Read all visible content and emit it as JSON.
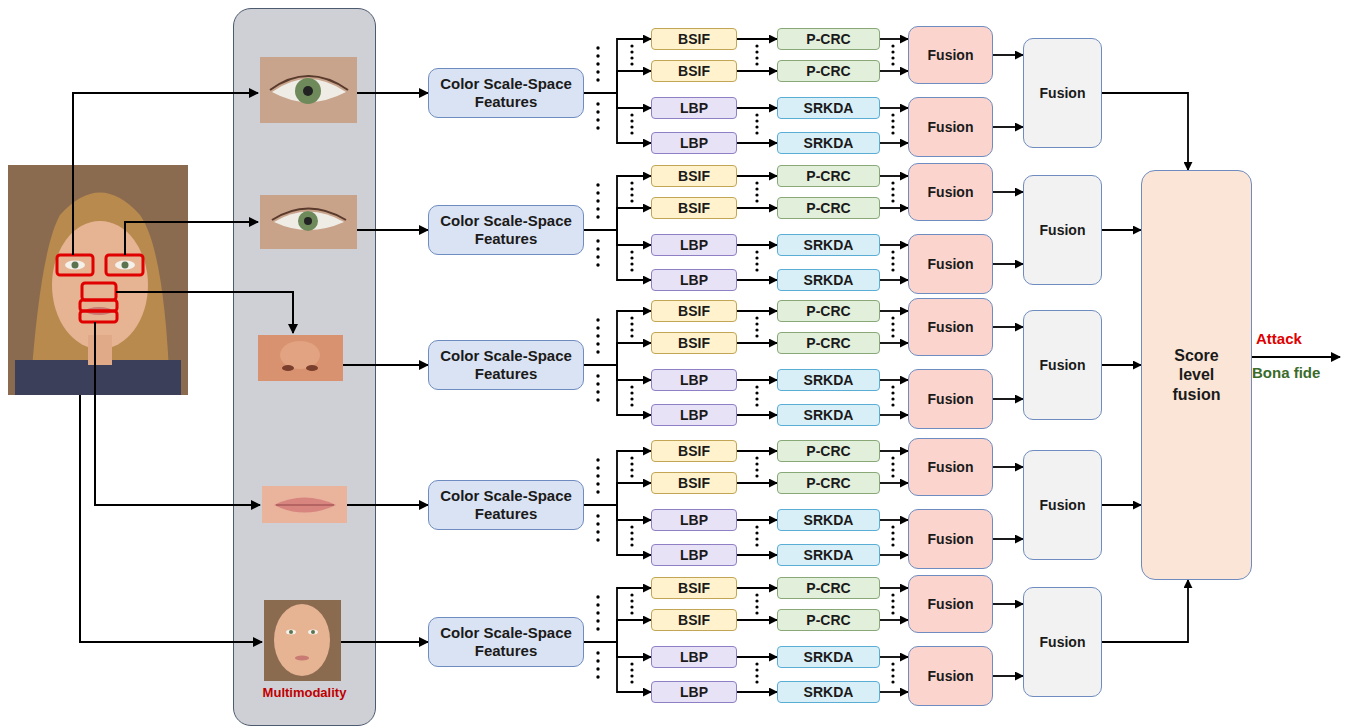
{
  "diagram": {
    "nodes": [
      {
        "text": [
          "Multimodality"
        ]
      },
      {
        "text": [
          "Color Scale-Space Features"
        ]
      },
      {
        "text": [
          "BSIF"
        ]
      },
      {
        "text": [
          "BSIF"
        ]
      },
      {
        "text": [
          "LBP"
        ]
      },
      {
        "text": [
          "LBP"
        ]
      },
      {
        "text": [
          "P-CRC"
        ]
      },
      {
        "text": [
          "P-CRC"
        ]
      },
      {
        "text": [
          "SRKDA"
        ]
      },
      {
        "text": [
          "SRKDA"
        ]
      },
      {
        "text": [
          "Fusion"
        ]
      },
      {
        "text": [
          "Fusion"
        ]
      },
      {
        "text": [
          "Fusion"
        ]
      },
      {
        "text": [
          "Color Scale-Space Features"
        ]
      },
      {
        "text": [
          "BSIF"
        ]
      },
      {
        "text": [
          "BSIF"
        ]
      },
      {
        "text": [
          "LBP"
        ]
      },
      {
        "text": [
          "LBP"
        ]
      },
      {
        "text": [
          "P-CRC"
        ]
      },
      {
        "text": [
          "P-CRC"
        ]
      },
      {
        "text": [
          "SRKDA"
        ]
      },
      {
        "text": [
          "SRKDA"
        ]
      },
      {
        "text": [
          "Fusion"
        ]
      },
      {
        "text": [
          "Fusion"
        ]
      },
      {
        "text": [
          "Fusion"
        ]
      },
      {
        "text": [
          "Color Scale-Space Features"
        ]
      },
      {
        "text": [
          "BSIF"
        ]
      },
      {
        "text": [
          "BSIF"
        ]
      },
      {
        "text": [
          "LBP"
        ]
      },
      {
        "text": [
          "LBP"
        ]
      },
      {
        "text": [
          "P-CRC"
        ]
      },
      {
        "text": [
          "P-CRC"
        ]
      },
      {
        "text": [
          "SRKDA"
        ]
      },
      {
        "text": [
          "SRKDA"
        ]
      },
      {
        "text": [
          "Fusion"
        ]
      },
      {
        "text": [
          "Fusion"
        ]
      },
      {
        "text": [
          "Fusion"
        ]
      },
      {
        "text": [
          "Color Scale-Space Features"
        ]
      },
      {
        "text": [
          "BSIF"
        ]
      },
      {
        "text": [
          "BSIF"
        ]
      },
      {
        "text": [
          "LBP"
        ]
      },
      {
        "text": [
          "LBP"
        ]
      },
      {
        "text": [
          "P-CRC"
        ]
      },
      {
        "text": [
          "P-CRC"
        ]
      },
      {
        "text": [
          "SRKDA"
        ]
      },
      {
        "text": [
          "SRKDA"
        ]
      },
      {
        "text": [
          "Fusion"
        ]
      },
      {
        "text": [
          "Fusion"
        ]
      },
      {
        "text": [
          "Fusion"
        ]
      },
      {
        "text": [
          "Color Scale-Space Features"
        ]
      },
      {
        "text": [
          "BSIF"
        ]
      },
      {
        "text": [
          "BSIF"
        ]
      },
      {
        "text": [
          "LBP"
        ]
      },
      {
        "text": [
          "LBP"
        ]
      },
      {
        "text": [
          "P-CRC"
        ]
      },
      {
        "text": [
          "P-CRC"
        ]
      },
      {
        "text": [
          "SRKDA"
        ]
      },
      {
        "text": [
          "SRKDA"
        ]
      },
      {
        "text": [
          "Fusion"
        ]
      },
      {
        "text": [
          "Fusion"
        ]
      },
      {
        "text": [
          "Fusion"
        ]
      },
      {
        "text": [
          "Score level fusion"
        ]
      }
    ],
    "edges": [
      {
        "from": 1,
        "to": 2,
        "arrow": "to"
      },
      {
        "from": 1,
        "to": 3,
        "arrow": "to"
      },
      {
        "from": 1,
        "to": 4,
        "arrow": "to"
      },
      {
        "from": 1,
        "to": 5,
        "arrow": "to"
      },
      {
        "from": 2,
        "to": 6,
        "arrow": "to"
      },
      {
        "from": 3,
        "to": 7,
        "arrow": "to"
      },
      {
        "from": 4,
        "to": 8,
        "arrow": "to"
      },
      {
        "from": 5,
        "to": 9,
        "arrow": "to"
      },
      {
        "from": 6,
        "to": 10,
        "arrow": "to"
      },
      {
        "from": 7,
        "to": 10,
        "arrow": "to"
      },
      {
        "from": 8,
        "to": 11,
        "arrow": "to"
      },
      {
        "from": 9,
        "to": 11,
        "arrow": "to"
      },
      {
        "from": 10,
        "to": 12,
        "arrow": "to"
      },
      {
        "from": 11,
        "to": 12,
        "arrow": "to"
      },
      {
        "from": 12,
        "to": 61,
        "arrow": "to"
      },
      {
        "from": 13,
        "to": 14,
        "arrow": "to"
      },
      {
        "from": 13,
        "to": 15,
        "arrow": "to"
      },
      {
        "from": 13,
        "to": 16,
        "arrow": "to"
      },
      {
        "from": 13,
        "to": 17,
        "arrow": "to"
      },
      {
        "from": 14,
        "to": 18,
        "arrow": "to"
      },
      {
        "from": 15,
        "to": 19,
        "arrow": "to"
      },
      {
        "from": 16,
        "to": 20,
        "arrow": "to"
      },
      {
        "from": 17,
        "to": 21,
        "arrow": "to"
      },
      {
        "from": 18,
        "to": 22,
        "arrow": "to"
      },
      {
        "from": 19,
        "to": 22,
        "arrow": "to"
      },
      {
        "from": 20,
        "to": 23,
        "arrow": "to"
      },
      {
        "from": 21,
        "to": 23,
        "arrow": "to"
      },
      {
        "from": 22,
        "to": 24,
        "arrow": "to"
      },
      {
        "from": 23,
        "to": 24,
        "arrow": "to"
      },
      {
        "from": 24,
        "to": 61,
        "arrow": "to"
      },
      {
        "from": 25,
        "to": 26,
        "arrow": "to"
      },
      {
        "from": 25,
        "to": 27,
        "arrow": "to"
      },
      {
        "from": 25,
        "to": 28,
        "arrow": "to"
      },
      {
        "from": 25,
        "to": 29,
        "arrow": "to"
      },
      {
        "from": 26,
        "to": 30,
        "arrow": "to"
      },
      {
        "from": 27,
        "to": 31,
        "arrow": "to"
      },
      {
        "from": 28,
        "to": 32,
        "arrow": "to"
      },
      {
        "from": 29,
        "to": 33,
        "arrow": "to"
      },
      {
        "from": 30,
        "to": 34,
        "arrow": "to"
      },
      {
        "from": 31,
        "to": 34,
        "arrow": "to"
      },
      {
        "from": 32,
        "to": 35,
        "arrow": "to"
      },
      {
        "from": 33,
        "to": 35,
        "arrow": "to"
      },
      {
        "from": 34,
        "to": 36,
        "arrow": "to"
      },
      {
        "from": 35,
        "to": 36,
        "arrow": "to"
      },
      {
        "from": 36,
        "to": 61,
        "arrow": "to"
      },
      {
        "from": 37,
        "to": 38,
        "arrow": "to"
      },
      {
        "from": 37,
        "to": 39,
        "arrow": "to"
      },
      {
        "from": 37,
        "to": 40,
        "arrow": "to"
      },
      {
        "from": 37,
        "to": 41,
        "arrow": "to"
      },
      {
        "from": 38,
        "to": 42,
        "arrow": "to"
      },
      {
        "from": 39,
        "to": 43,
        "arrow": "to"
      },
      {
        "from": 40,
        "to": 44,
        "arrow": "to"
      },
      {
        "from": 41,
        "to": 45,
        "arrow": "to"
      },
      {
        "from": 42,
        "to": 46,
        "arrow": "to"
      },
      {
        "from": 43,
        "to": 46,
        "arrow": "to"
      },
      {
        "from": 44,
        "to": 47,
        "arrow": "to"
      },
      {
        "from": 45,
        "to": 47,
        "arrow": "to"
      },
      {
        "from": 46,
        "to": 48,
        "arrow": "to"
      },
      {
        "from": 47,
        "to": 48,
        "arrow": "to"
      },
      {
        "from": 48,
        "to": 61,
        "arrow": "to"
      },
      {
        "from": 49,
        "to": 50,
        "arrow": "to"
      },
      {
        "from": 49,
        "to": 51,
        "arrow": "to"
      },
      {
        "from": 49,
        "to": 52,
        "arrow": "to"
      },
      {
        "from": 49,
        "to": 53,
        "arrow": "to"
      },
      {
        "from": 50,
        "to": 54,
        "arrow": "to"
      },
      {
        "from": 51,
        "to": 55,
        "arrow": "to"
      },
      {
        "from": 52,
        "to": 56,
        "arrow": "to"
      },
      {
        "from": 53,
        "to": 57,
        "arrow": "to"
      },
      {
        "from": 54,
        "to": 58,
        "arrow": "to"
      },
      {
        "from": 55,
        "to": 58,
        "arrow": "to"
      },
      {
        "from": 56,
        "to": 59,
        "arrow": "to"
      },
      {
        "from": 57,
        "to": 59,
        "arrow": "to"
      },
      {
        "from": 58,
        "to": 60,
        "arrow": "to"
      },
      {
        "from": 59,
        "to": 60,
        "arrow": "to"
      },
      {
        "from": 60,
        "to": 61,
        "arrow": "to"
      }
    ],
    "labels": [
      "Attack",
      "Bona fide"
    ]
  }
}
